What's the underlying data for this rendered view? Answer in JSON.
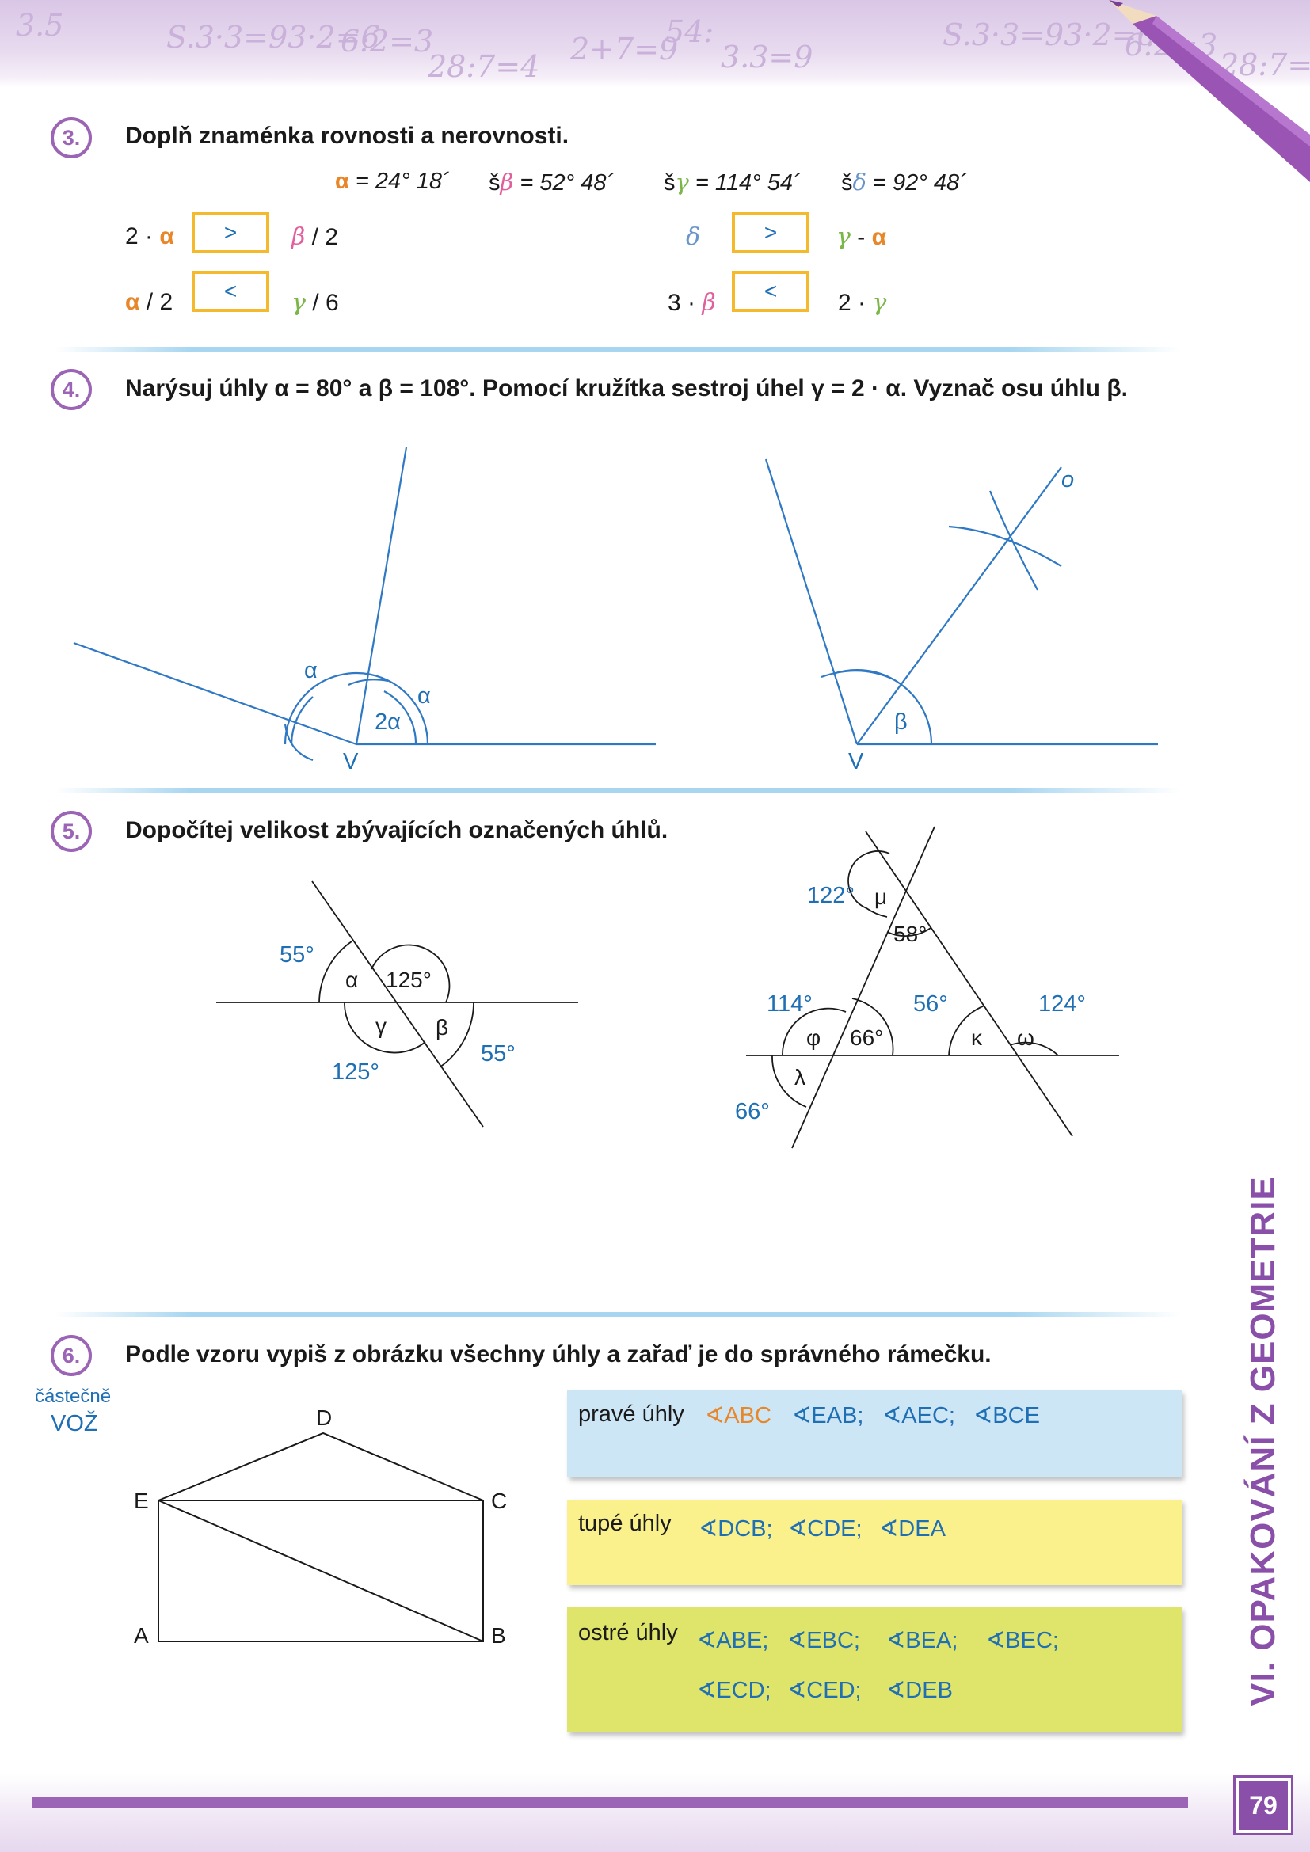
{
  "header_doodles": [
    "3.5",
    "S.3·3=93·2=6",
    "6:2=3",
    "28:7=4",
    "2+7=9",
    "54:",
    "3.3=9",
    "S.3·3=93·2=6",
    "6:2=3",
    "28:7="
  ],
  "task3": {
    "number": "3.",
    "text": "Doplň znaménka rovnosti a nerovnosti.",
    "given": {
      "alpha_sym": "α",
      "alpha_val": " = 24° 18´",
      "beta_prefix": "š",
      "beta_sym": "β",
      "beta_val": " = 52° 48´",
      "gamma_prefix": "š",
      "gamma_sym": "γ",
      "gamma_val": " = 114° 54´",
      "delta_prefix": "š",
      "delta_sym": "δ",
      "delta_val": " = 92° 48´"
    },
    "rows": {
      "r1_left_num": "2 ·",
      "r1_left_sym": "α",
      "r1_ans": ">",
      "r1_right_sym": "β",
      "r1_right_rest": " / 2",
      "r2_left_sym": "α",
      "r2_left_rest": " / 2",
      "r2_ans": "<",
      "r2_right_sym": "γ",
      "r2_right_rest": " / 6",
      "r3_left_sym": "δ",
      "r3_ans": ">",
      "r3_right_sym": "γ",
      "r3_right_mid": " - ",
      "r3_right_sym2": "α",
      "r4_left_num": "3 ·",
      "r4_left_sym": "β",
      "r4_ans": "<",
      "r4_right_num": "2 ·",
      "r4_right_sym": "γ"
    }
  },
  "task4": {
    "number": "4.",
    "text": "Narýsuj úhly α = 80° a β = 108°. Pomocí kružítka sestroj úhel γ = 2 · α. Vyznač osu úhlu β.",
    "left_labels": {
      "a1": "α",
      "a2": "α",
      "two_a": "2α",
      "vertex": "V"
    },
    "right_labels": {
      "beta": "β",
      "vertex": "V",
      "axis": "o"
    }
  },
  "task5": {
    "number": "5.",
    "text": "Dopočítej velikost zbývajících označených úhlů.",
    "fig1": {
      "alpha": "α",
      "a125": "125°",
      "gamma": "γ",
      "beta": "β",
      "g55a": "55°",
      "g125": "125°",
      "g55b": "55°"
    },
    "fig2": {
      "mu": "μ",
      "a58": "58°",
      "g122": "122°",
      "g114": "114°",
      "g56": "56°",
      "g124": "124°",
      "phi": "φ",
      "a66": "66°",
      "kappa": "κ",
      "omega": "ω",
      "lambda": "λ",
      "g66": "66°"
    }
  },
  "task6": {
    "number": "6.",
    "text": "Podle vzoru vypiš z obrázku všechny úhly a zařaď je do správného rámečku.",
    "note1": "částečně",
    "note2": "VOŽ",
    "points": {
      "D": "D",
      "E": "E",
      "C": "C",
      "A": "A",
      "B": "B"
    },
    "boxes": {
      "right_label": "pravé úhly",
      "right_sample": "∢ABC",
      "right_items": [
        "∢EAB;",
        "∢AEC;",
        "∢BCE"
      ],
      "obtuse_label": "tupé úhly",
      "obtuse_items": [
        "∢DCB;",
        "∢CDE;",
        "∢DEA"
      ],
      "acute_label": "ostré úhly",
      "acute_items_row1": [
        "∢ABE;",
        "∢EBC;",
        "∢BEA;",
        "∢BEC;"
      ],
      "acute_items_row2": [
        "∢ECD;",
        "∢CED;",
        "∢DEB"
      ]
    },
    "colors": {
      "right_box": "#cde6f6",
      "obtuse_box": "#faf08c",
      "acute_box": "#dfe46a"
    }
  },
  "side_title": "VI. OPAKOVÁNÍ Z GEOMETRIE",
  "page_number": "79"
}
